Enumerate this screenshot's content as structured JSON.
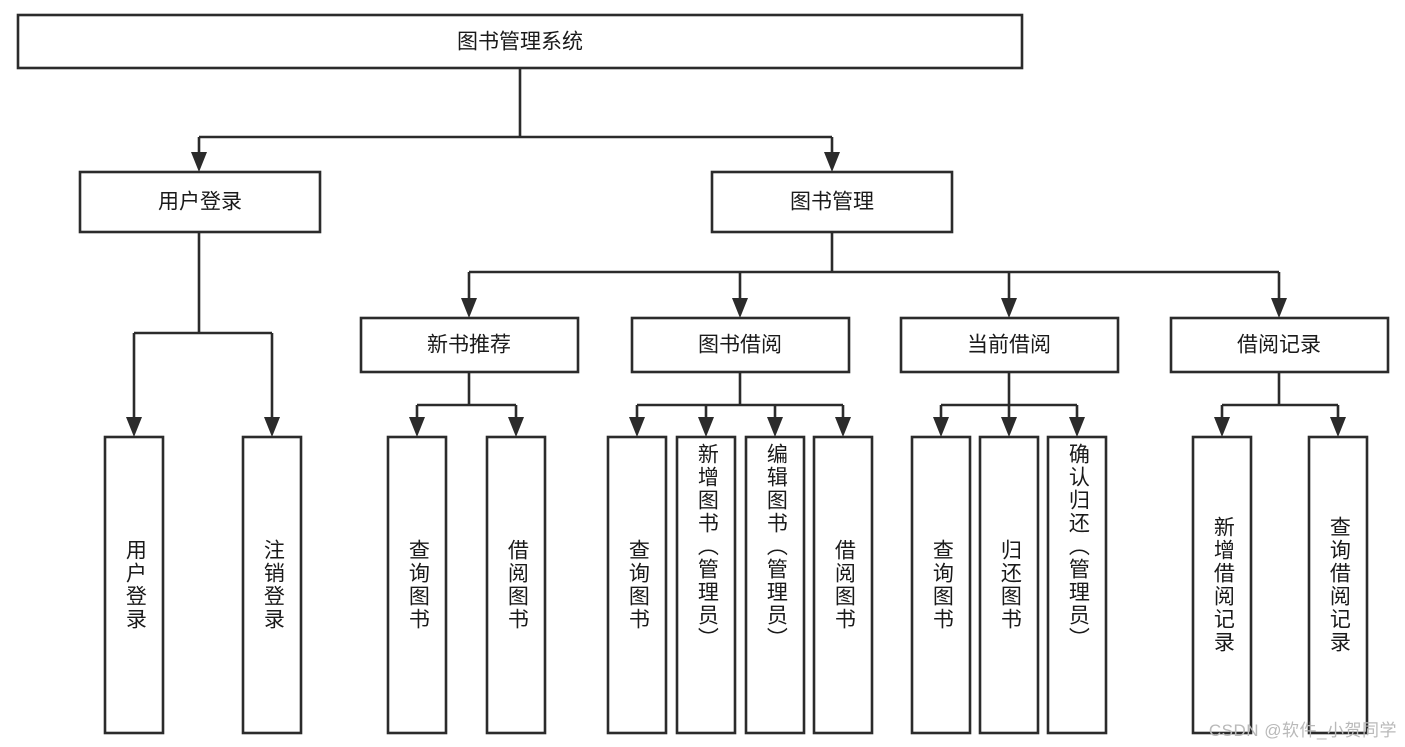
{
  "diagram": {
    "title": "图书管理系统",
    "type": "tree-hierarchy",
    "watermark": "CSDN @软件_小贺同学",
    "colors": {
      "stroke": "#2b2b2b",
      "box_fill": "#ffffff",
      "text": "#1a1a1a",
      "background": "#ffffff",
      "watermark": "#b9b9b9"
    },
    "root": {
      "label": "图书管理系统"
    },
    "level2": [
      {
        "label": "用户登录"
      },
      {
        "label": "图书管理"
      }
    ],
    "level3": [
      {
        "label": "新书推荐"
      },
      {
        "label": "图书借阅"
      },
      {
        "label": "当前借阅"
      },
      {
        "label": "借阅记录"
      }
    ],
    "leaves": {
      "user_login": [
        {
          "label": "用户登录"
        },
        {
          "label": "注销登录"
        }
      ],
      "new_book_recommend": [
        {
          "label": "查询图书"
        },
        {
          "label": "借阅图书"
        }
      ],
      "book_borrow": [
        {
          "label": "查询图书"
        },
        {
          "label": "新增图书（管理员）"
        },
        {
          "label": "编辑图书（管理员）"
        },
        {
          "label": "借阅图书"
        }
      ],
      "current_borrow": [
        {
          "label": "查询图书"
        },
        {
          "label": "归还图书"
        },
        {
          "label": "确认归还（管理员）"
        }
      ],
      "borrow_records": [
        {
          "label": "新增借阅记录"
        },
        {
          "label": "查询借阅记录"
        }
      ]
    }
  }
}
